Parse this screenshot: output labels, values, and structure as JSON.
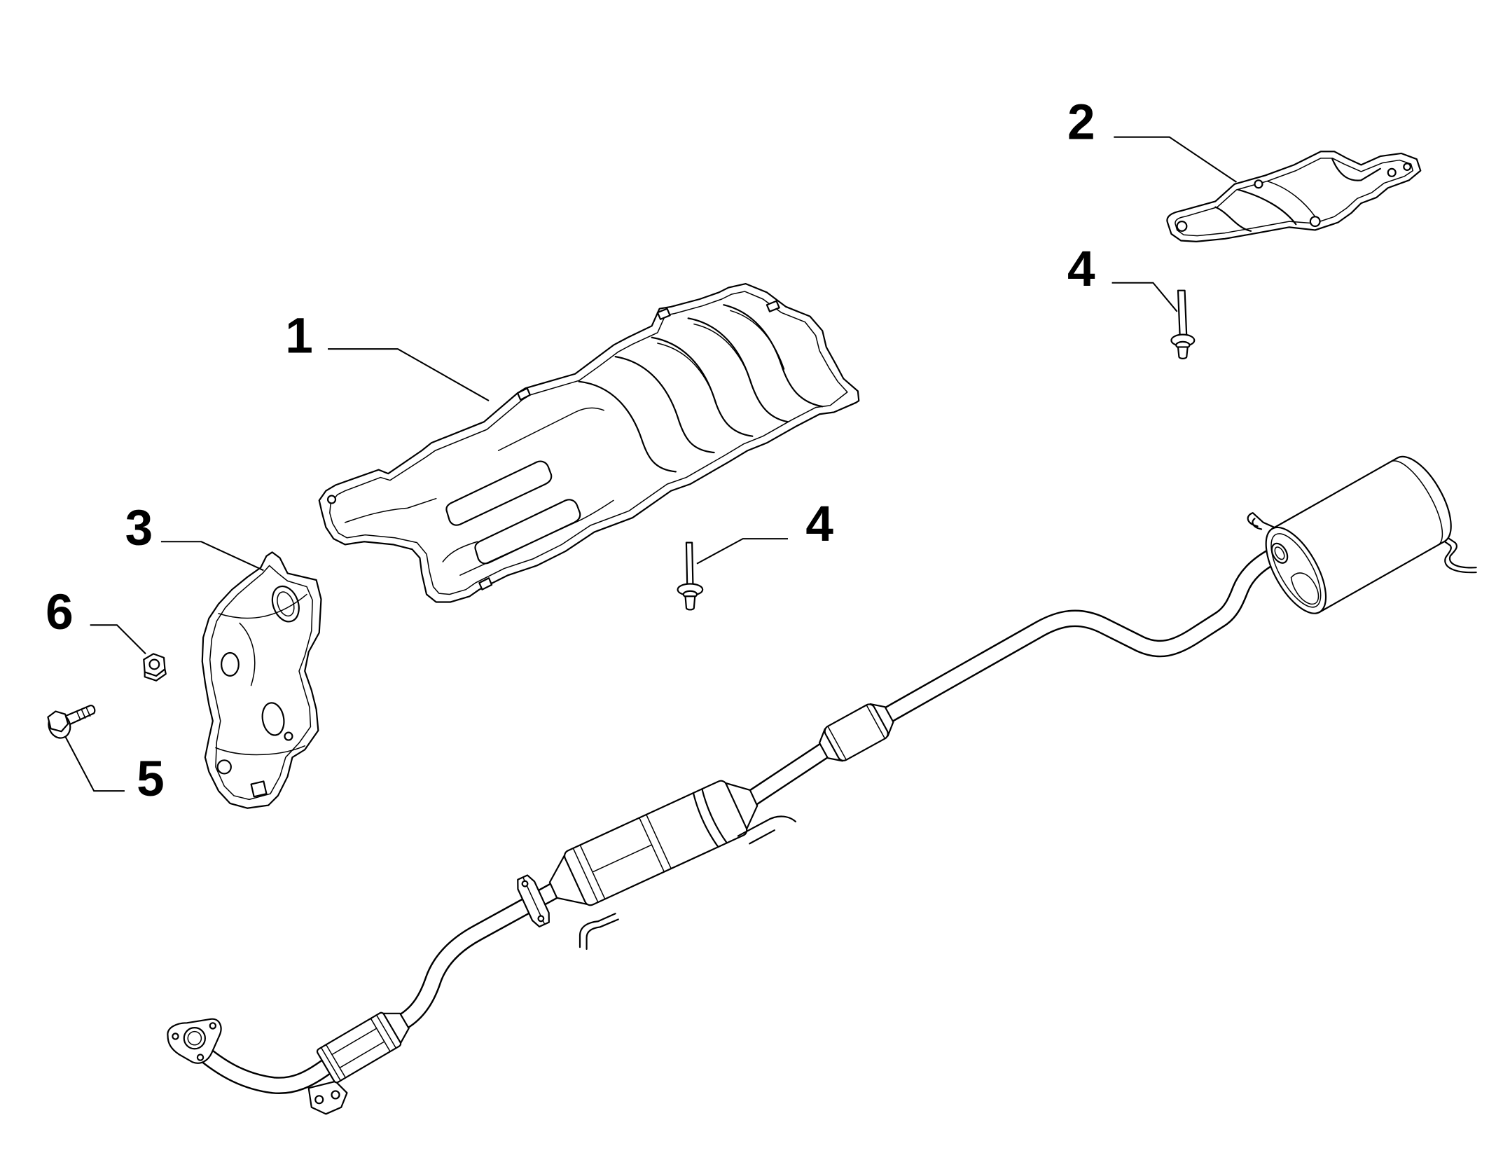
{
  "diagram": {
    "line_color": "#000000",
    "background": "#ffffff"
  },
  "callouts": [
    "1",
    "2",
    "3",
    "4",
    "4",
    "5",
    "6"
  ]
}
